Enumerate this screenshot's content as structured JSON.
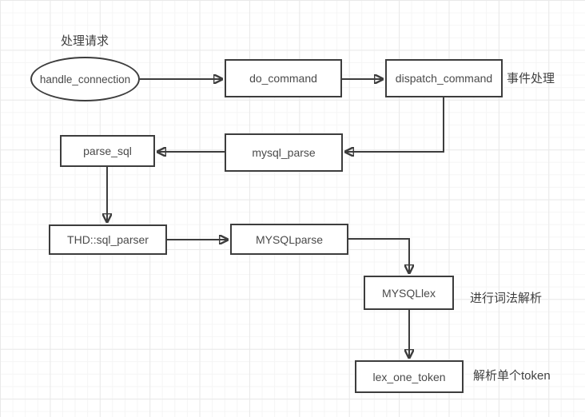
{
  "diagram": {
    "type": "flowchart",
    "nodes": {
      "handle_connection": {
        "label": "handle_connection",
        "shape": "ellipse"
      },
      "do_command": {
        "label": "do_command",
        "shape": "rect"
      },
      "dispatch_command": {
        "label": "dispatch_command",
        "shape": "rect"
      },
      "mysql_parse": {
        "label": "mysql_parse",
        "shape": "rect"
      },
      "parse_sql": {
        "label": "parse_sql",
        "shape": "rect"
      },
      "thd_sql_parser": {
        "label": "THD::sql_parser",
        "shape": "rect"
      },
      "mysqlparse": {
        "label": "MYSQLparse",
        "shape": "rect"
      },
      "mysqllex": {
        "label": "MYSQLlex",
        "shape": "rect"
      },
      "lex_one_token": {
        "label": "lex_one_token",
        "shape": "rect"
      }
    },
    "annotations": {
      "handle_request": "处理请求",
      "event_handling": "事件处理",
      "lexical_analysis": "进行词法解析",
      "parse_single_token": "解析单个token"
    },
    "edges": [
      {
        "from": "handle_connection",
        "to": "do_command"
      },
      {
        "from": "do_command",
        "to": "dispatch_command"
      },
      {
        "from": "dispatch_command",
        "to": "mysql_parse"
      },
      {
        "from": "mysql_parse",
        "to": "parse_sql"
      },
      {
        "from": "parse_sql",
        "to": "thd_sql_parser"
      },
      {
        "from": "thd_sql_parser",
        "to": "mysqlparse"
      },
      {
        "from": "mysqlparse",
        "to": "mysqllex"
      },
      {
        "from": "mysqllex",
        "to": "lex_one_token"
      }
    ],
    "colors": {
      "stroke": "#3d3d3d",
      "node_fill": "#ffffff",
      "text": "#4a4a4a",
      "grid_minor": "#f5f5f5",
      "grid_major": "#e9e9e9",
      "background": "#ffffff"
    }
  }
}
